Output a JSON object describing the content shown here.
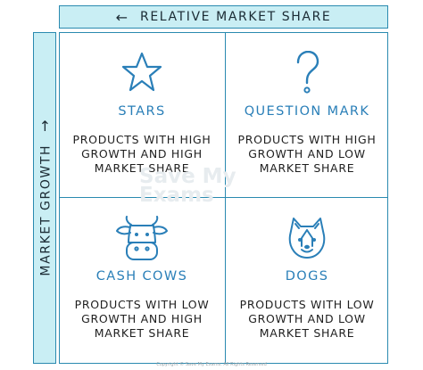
{
  "axes": {
    "relative_market_share": "RELATIVE MARKET SHARE",
    "relative_market_share_arrow": "←",
    "market_growth": "MARKET GROWTH",
    "market_growth_arrow": "→"
  },
  "quadrants": [
    {
      "id": "stars",
      "title": "STARS",
      "icon": "star-icon",
      "description": "PRODUCTS WITH HIGH\nGROWTH AND HIGH\nMARKET SHARE"
    },
    {
      "id": "question-mark",
      "title": "QUESTION MARK",
      "icon": "question-mark-icon",
      "description": "PRODUCTS WITH HIGH\nGROWTH AND LOW\nMARKET SHARE"
    },
    {
      "id": "cash-cows",
      "title": "CASH COWS",
      "icon": "cow-icon",
      "description": "PRODUCTS WITH LOW\nGROWTH AND HIGH\nMARKET SHARE"
    },
    {
      "id": "dogs",
      "title": "DOGS",
      "icon": "dog-icon",
      "description": "PRODUCTS WITH LOW\nGROWTH AND LOW\nMARKET SHARE"
    }
  ],
  "watermark": {
    "line1": "Save My",
    "line2": "Exams"
  },
  "copyright": "Copyright © Save My Exams. All Rights Reserved",
  "colors": {
    "accent": "#2a7fb8",
    "border": "#2a8ab0",
    "axis_fill": "#c9eef4"
  }
}
